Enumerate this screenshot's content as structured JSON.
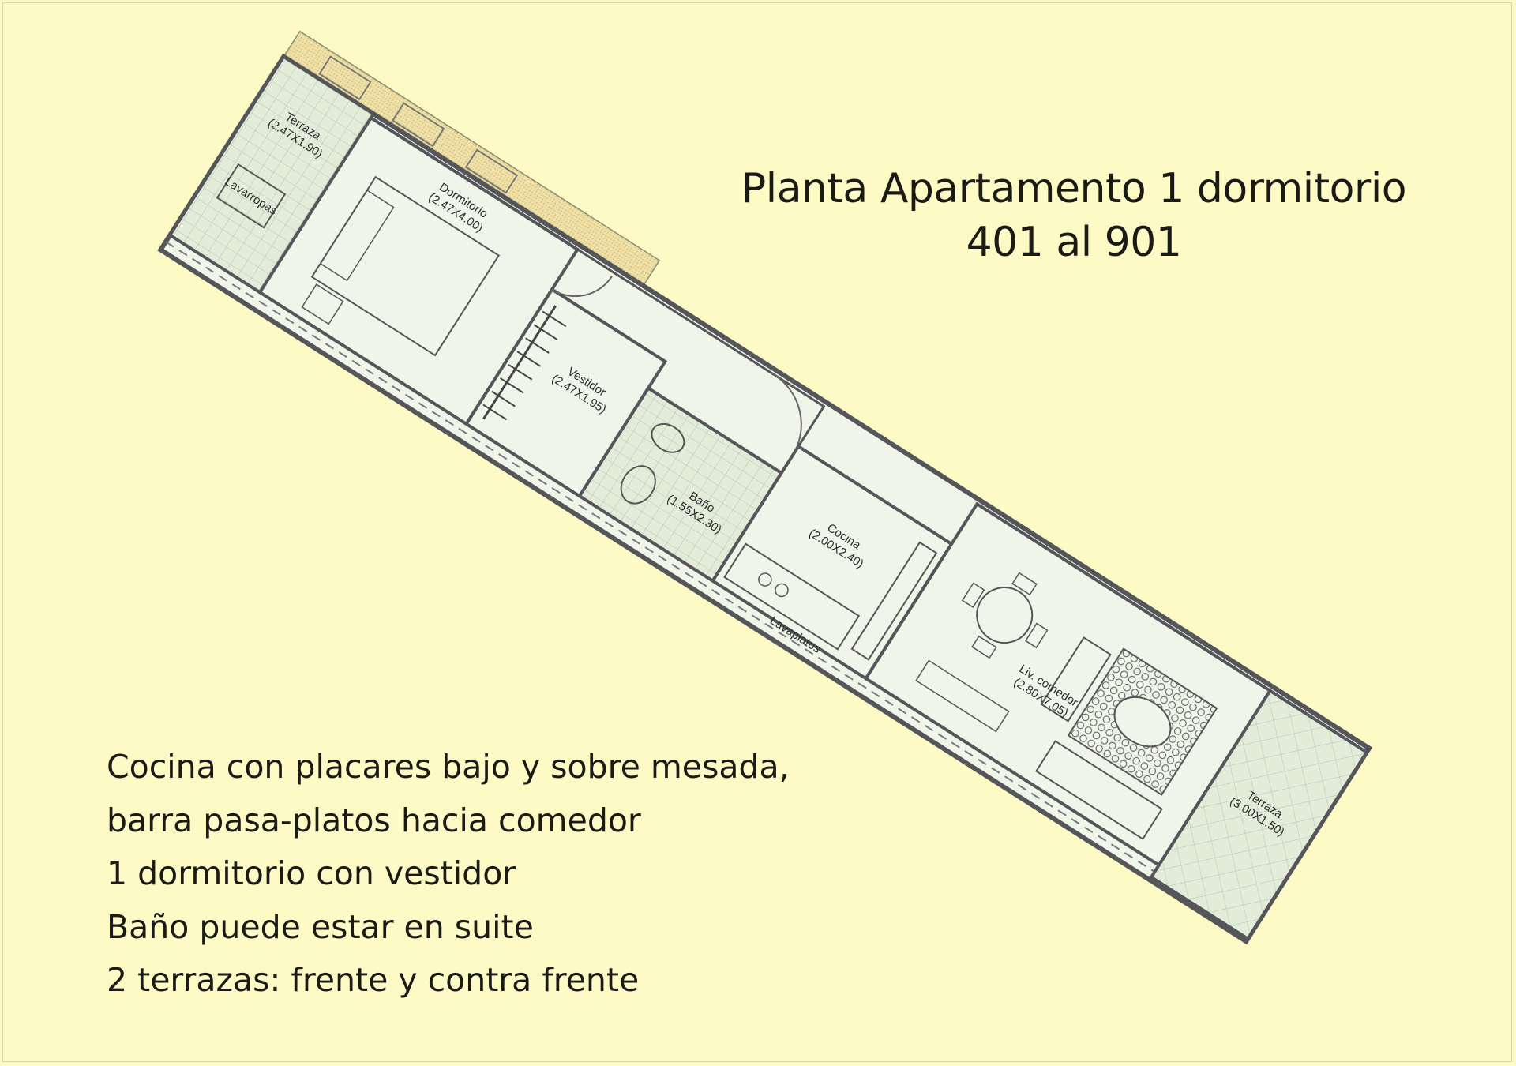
{
  "title": {
    "line1": "Planta Apartamento 1 dormitorio",
    "line2": "401 al 901"
  },
  "features": [
    "Cocina con placares bajo y sobre mesada,",
    "barra pasa-platos hacia comedor",
    "1 dormitorio con vestidor",
    "Baño puede estar en suite",
    "2 terrazas: frente y contra frente"
  ],
  "rooms": {
    "terraza_rear": {
      "name": "Terraza",
      "dims": "(2.47X1.90)"
    },
    "lavarropas": {
      "name": "Lavarropas"
    },
    "dormitorio": {
      "name": "Dormitorio",
      "dims": "(2.47X4.00)"
    },
    "vestidor": {
      "name": "Vestidor",
      "dims": "(2.47X1.95)"
    },
    "bano": {
      "name": "Baño",
      "dims": "(1.55X2.30)"
    },
    "cocina": {
      "name": "Cocina",
      "dims": "(2.00X2.40)"
    },
    "lavaplatos": {
      "name": "Lavaplatos"
    },
    "living": {
      "name": "Liv. comedor",
      "dims": "(2.80X7.05)"
    },
    "terraza_front": {
      "name": "Terraza",
      "dims": "(3.00X1.50)"
    }
  },
  "colors": {
    "background": "#fdfac6",
    "floor": "#f1f4e8",
    "terrace": "#e2ecd9",
    "planter": "#efe1a6",
    "wall": "#55565a"
  }
}
